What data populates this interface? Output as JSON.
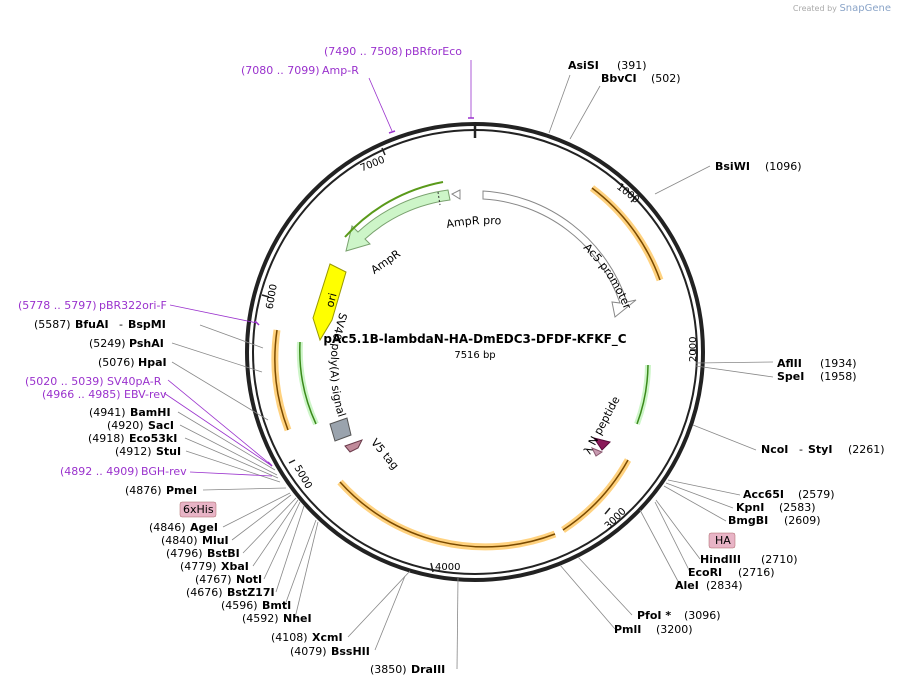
{
  "watermark": {
    "prefix": "Created by",
    "brand": "SnapGene"
  },
  "plasmid": {
    "name": "pAc5.1B-lambdaN-HA-DmEDC3-DFDF-KFKF_C",
    "length": "7516 bp"
  },
  "ticks": [
    "1000",
    "2000",
    "3000",
    "4000",
    "5000",
    "6000",
    "7000"
  ],
  "features": {
    "ampr_promoter": "AmpR promoter",
    "ampr": "AmpR",
    "ori": "ori",
    "ac5_promoter": "Ac5 promoter",
    "sv40": "SV40 poly(A) signal",
    "v5": "V5 tag",
    "lambda_n": "λ N peptide",
    "ha": "HA",
    "his": "6xHis"
  },
  "primers": [
    {
      "pos": "(7490 .. 7508)",
      "name": "pBRforEco"
    },
    {
      "pos": "(7080 .. 7099)",
      "name": "Amp-R"
    },
    {
      "pos": "(5778 .. 5797)",
      "name": "pBR322ori-F"
    },
    {
      "pos": "(5020 .. 5039)",
      "name": "SV40pA-R"
    },
    {
      "pos": "(4966 .. 4985)",
      "name": "EBV-rev"
    },
    {
      "pos": "(4892 .. 4909)",
      "name": "BGH-rev"
    }
  ],
  "sites_right": [
    {
      "name": "AsiSI",
      "pos": "(391)"
    },
    {
      "name": "BbvCI",
      "pos": "(502)"
    },
    {
      "name": "BsiWI",
      "pos": "(1096)"
    },
    {
      "name": "AflII",
      "pos": "(1934)"
    },
    {
      "name": "SpeI",
      "pos": "(1958)"
    },
    {
      "name": "NcoI",
      "sep": "-",
      "name2": "StyI",
      "pos": "(2261)"
    },
    {
      "name": "Acc65I",
      "pos": "(2579)"
    },
    {
      "name": "KpnI",
      "pos": "(2583)"
    },
    {
      "name": "BmgBI",
      "pos": "(2609)"
    },
    {
      "name": "HindIII",
      "pos": "(2710)"
    },
    {
      "name": "EcoRI",
      "pos": "(2716)"
    },
    {
      "name": "AleI",
      "pos": "(2834)"
    },
    {
      "name": "PfoI *",
      "pos": "(3096)"
    },
    {
      "name": "PmlI",
      "pos": "(3200)"
    }
  ],
  "sites_left": [
    {
      "pos": "(5587)",
      "name": "BfuAI",
      "sep": "-",
      "name2": "BspMI"
    },
    {
      "pos": "(5249)",
      "name": "PshAI"
    },
    {
      "pos": "(5076)",
      "name": "HpaI"
    },
    {
      "pos": "(4941)",
      "name": "BamHI"
    },
    {
      "pos": "(4920)",
      "name": "SacI"
    },
    {
      "pos": "(4918)",
      "name": "Eco53kI"
    },
    {
      "pos": "(4912)",
      "name": "StuI"
    },
    {
      "pos": "(4876)",
      "name": "PmeI"
    },
    {
      "pos": "(4846)",
      "name": "AgeI"
    },
    {
      "pos": "(4840)",
      "name": "MluI"
    },
    {
      "pos": "(4796)",
      "name": "BstBI"
    },
    {
      "pos": "(4779)",
      "name": "XbaI"
    },
    {
      "pos": "(4767)",
      "name": "NotI"
    },
    {
      "pos": "(4676)",
      "name": "BstZ17I"
    },
    {
      "pos": "(4596)",
      "name": "BmtI"
    },
    {
      "pos": "(4592)",
      "name": "NheI"
    },
    {
      "pos": "(4108)",
      "name": "XcmI"
    },
    {
      "pos": "(4079)",
      "name": "BssHII"
    },
    {
      "pos": "(3850)",
      "name": "DraIII"
    }
  ]
}
